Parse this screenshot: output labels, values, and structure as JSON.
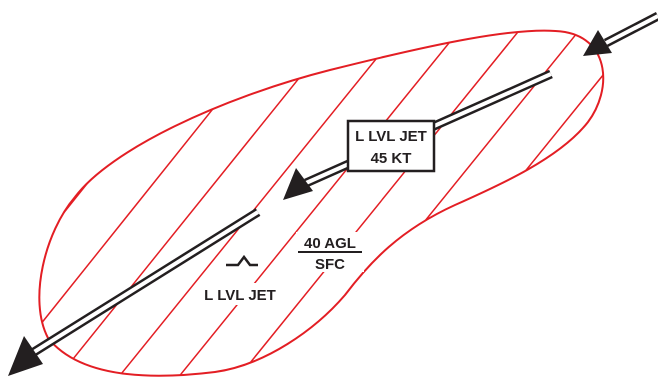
{
  "diagram": {
    "colors": {
      "area_outline": "#e31e24",
      "hatch": "#e31e24",
      "ink": "#231f20",
      "background": "#ffffff"
    },
    "jet_box": {
      "line1": "L LVL JET",
      "line2": "45 KT"
    },
    "altitude": {
      "top": "40 AGL",
      "bottom": "SFC"
    },
    "jet_label": "L LVL JET",
    "symbol": "low-level-jet-symbol"
  }
}
